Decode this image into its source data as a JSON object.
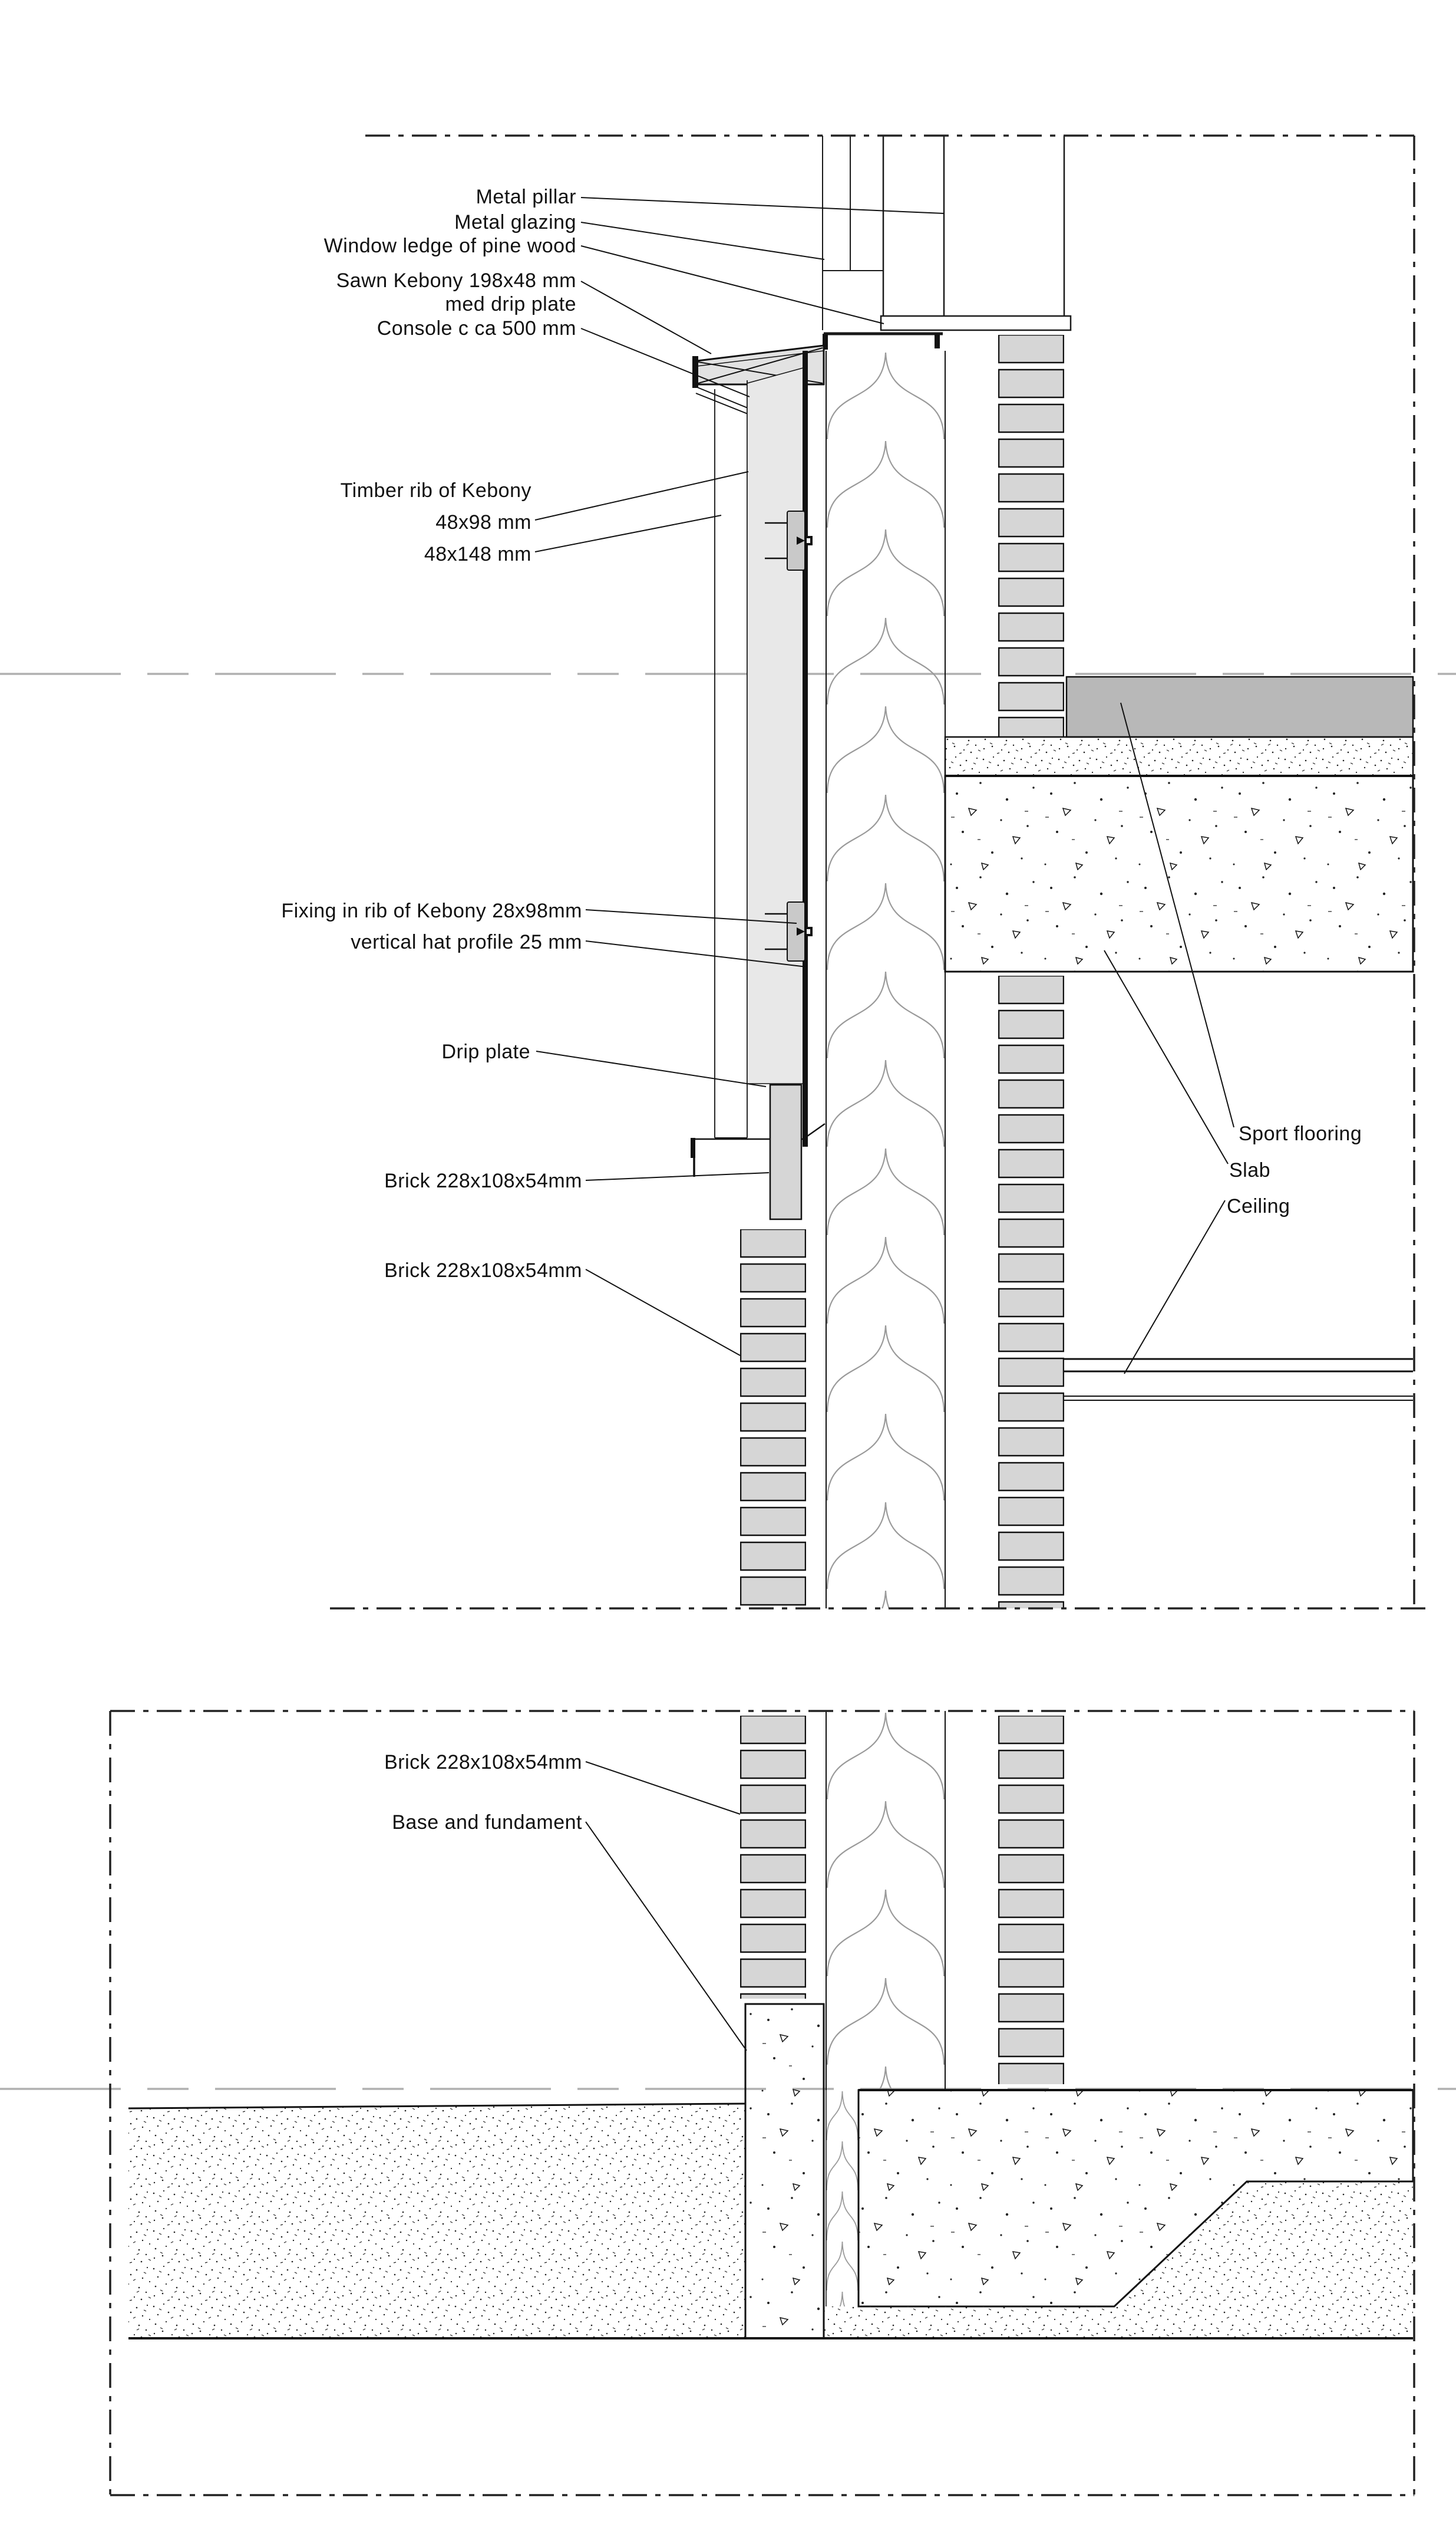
{
  "drawing": {
    "kind": "architectural wall section detail",
    "annotations": {
      "metal_pillar": "Metal pillar",
      "metal_glazing": "Metal glazing",
      "window_ledge": "Window ledge of pine wood",
      "sawn_kebony": "Sawn Kebony 198x48 mm",
      "med_drip_plate": "med drip plate",
      "console": "Console c ca 500 mm",
      "timber_rib": "Timber rib of Kebony",
      "rib_48x98": "48x98 mm",
      "rib_48x148": "48x148 mm",
      "fixing_rib": "Fixing in rib of Kebony 28x98mm",
      "hat_profile": "vertical hat profile 25 mm",
      "drip_plate": "Drip plate",
      "brick_upper_1": "Brick 228x108x54mm",
      "brick_upper_2": "Brick 228x108x54mm",
      "sport_flooring": "Sport flooring",
      "slab": "Slab",
      "ceiling": "Ceiling",
      "brick_lower": "Brick 228x108x54mm",
      "base_fundament": "Base and fundament"
    },
    "colors": {
      "line": "#111111",
      "centerline_gray": "#b0b0b0",
      "brick_fill": "#d6d6d6",
      "console_fill": "#e8e8e8",
      "sill_fill": "#e2e2e2",
      "bracket_fill": "#c9c9c9",
      "sport_flooring_fill": "#b8b8b8",
      "background": "#ffffff"
    }
  }
}
